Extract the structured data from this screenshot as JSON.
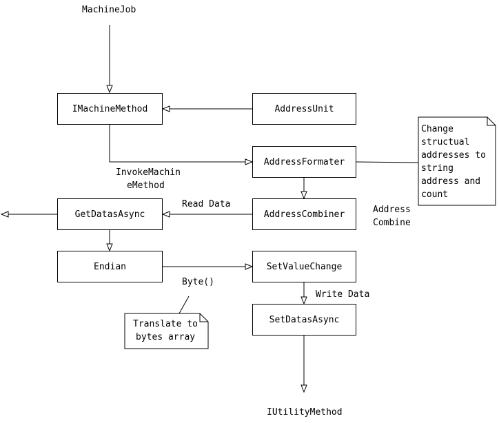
{
  "nodes": {
    "imachine_method": "IMachineMethod",
    "address_unit": "AddressUnit",
    "address_formater": "AddressFormater",
    "address_combiner": "AddressCombiner",
    "get_datas_async": "GetDatasAsync",
    "endian": "Endian",
    "set_value_change": "SetValueChange",
    "set_datas_async": "SetDatasAsync"
  },
  "labels": {
    "machine_job": "MachineJob",
    "invoke_line1": "InvokeMachin",
    "invoke_line2": "eMethod",
    "read_data": "Read Data",
    "address_combine_line1": "Address",
    "address_combine_line2": "Combine",
    "byte": "Byte()",
    "write_data": "Write Data",
    "iutility_method": "IUtilityMethod"
  },
  "notes": {
    "change_lines": [
      "Change",
      "structual",
      "addresses to",
      "string",
      "address and",
      "count"
    ],
    "translate_lines": [
      "Translate to",
      "bytes array"
    ]
  }
}
